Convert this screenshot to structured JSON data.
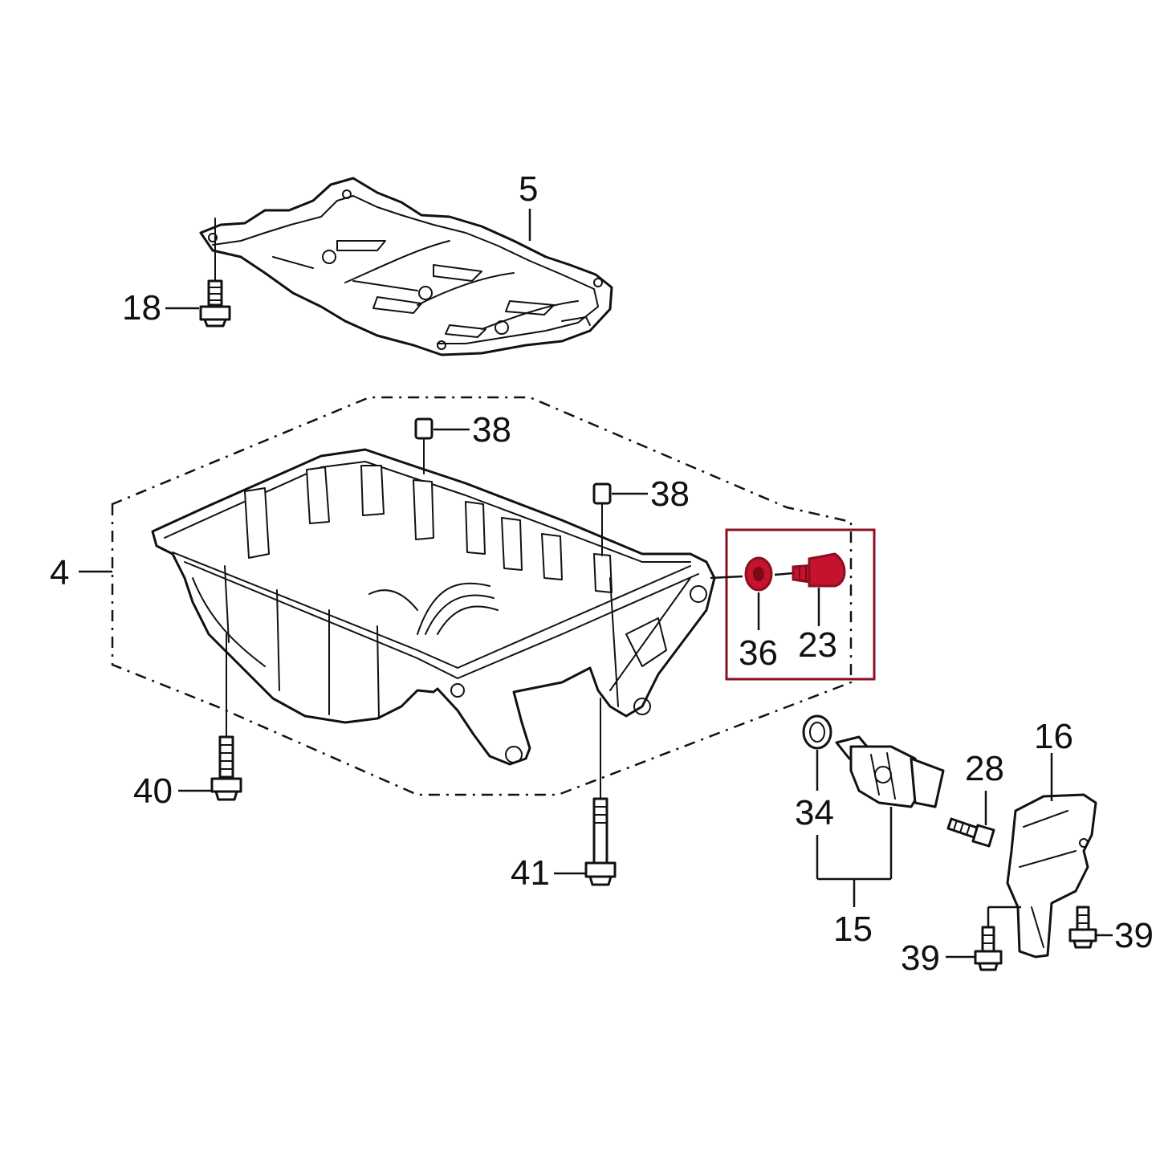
{
  "callouts": {
    "c5": "5",
    "c18": "18",
    "c38a": "38",
    "c38b": "38",
    "c4": "4",
    "c36": "36",
    "c23": "23",
    "c40": "40",
    "c41": "41",
    "c34": "34",
    "c15": "15",
    "c28": "28",
    "c16": "16",
    "c39a": "39",
    "c39b": "39"
  },
  "highlight": {
    "box_color": "#8b1020",
    "part_color": "#c4122f"
  }
}
